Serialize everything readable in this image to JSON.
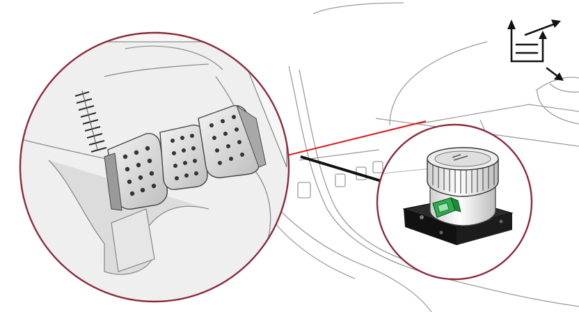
{
  "diagram": {
    "scene": "pedal-box-with-switch-callout",
    "colors": {
      "callout_ring": "#8c2a3a",
      "arrow_red": "#d42a2a",
      "arrow_black": "#111111",
      "switch_green": "#2fae4f",
      "line_gray": "#9a9a9a",
      "panel_gray": "#e4e4e4"
    },
    "icons": {
      "vehicle_lift_symbol": "lift-gauge-icon",
      "direction_arrow": "diagonal-down-right-arrow-icon"
    },
    "pedals": [
      "pedal-left",
      "pedal-middle",
      "pedal-right"
    ]
  }
}
